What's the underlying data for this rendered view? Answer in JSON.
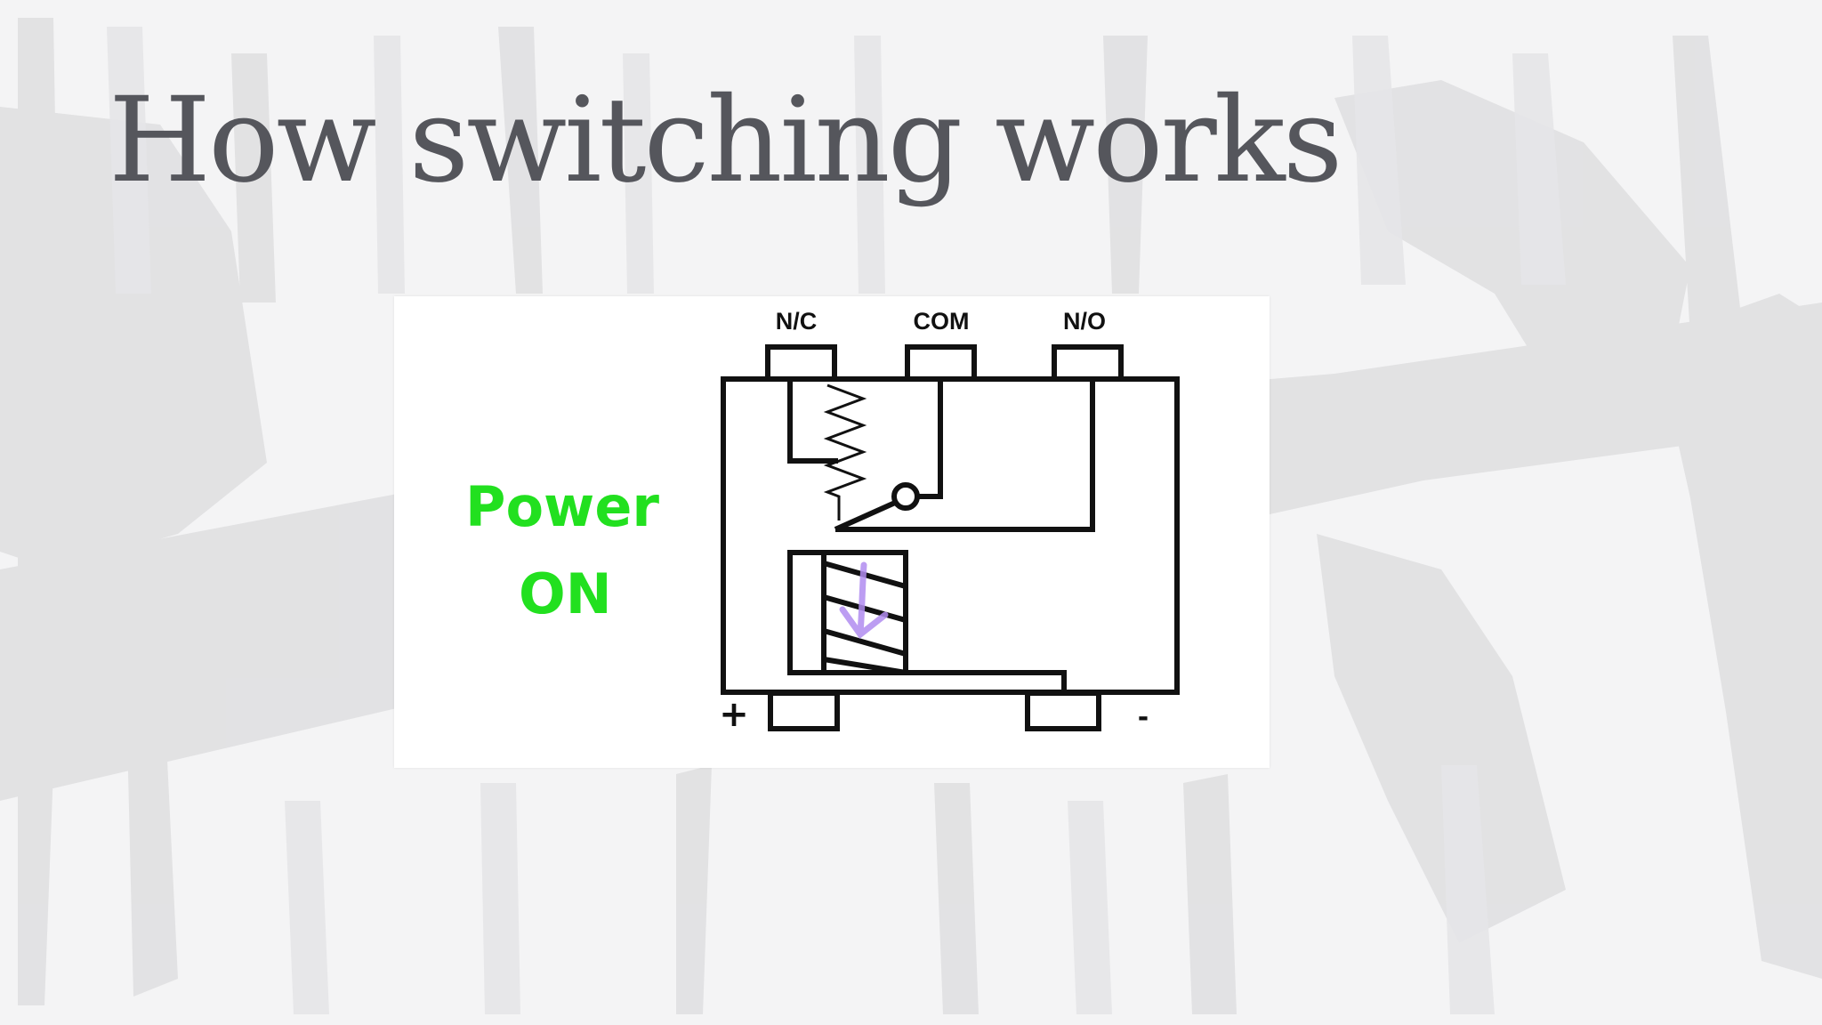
{
  "slide": {
    "title": "How switching works"
  },
  "diagram": {
    "pins_top": [
      "N/C",
      "COM",
      "N/O"
    ],
    "pins_bottom": [
      "+",
      "-"
    ],
    "status_line1": "Power",
    "status_line2": "ON",
    "status_color": "#22e01f",
    "arrow_color": "#b18cf0"
  }
}
